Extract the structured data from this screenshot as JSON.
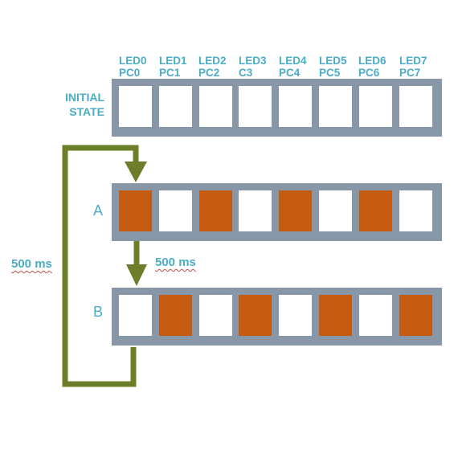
{
  "led_headers": [
    {
      "led": "LED0",
      "pin": "PC0"
    },
    {
      "led": "LED1",
      "pin": "PC1"
    },
    {
      "led": "LED2",
      "pin": "PC2"
    },
    {
      "led": "LED3",
      "pin": "C3"
    },
    {
      "led": "LED4",
      "pin": "PC4"
    },
    {
      "led": "LED5",
      "pin": "PC5"
    },
    {
      "led": "LED6",
      "pin": "PC6"
    },
    {
      "led": "LED7",
      "pin": "PC7"
    }
  ],
  "rows": [
    {
      "label_line1": "INITIAL",
      "label_line2": "STATE",
      "states": [
        false,
        false,
        false,
        false,
        false,
        false,
        false,
        false
      ]
    },
    {
      "label": "A",
      "states": [
        true,
        false,
        true,
        false,
        true,
        false,
        true,
        false
      ]
    },
    {
      "label": "B",
      "states": [
        false,
        true,
        false,
        true,
        false,
        true,
        false,
        true
      ]
    }
  ],
  "timing": {
    "loop_label": "500 ms",
    "step_label": "500 ms"
  },
  "colors": {
    "led_on": "#c55a11",
    "led_off": "#ffffff",
    "strip": "#8797a7",
    "arrow": "#6b7f2a",
    "text": "#4bacc6"
  }
}
